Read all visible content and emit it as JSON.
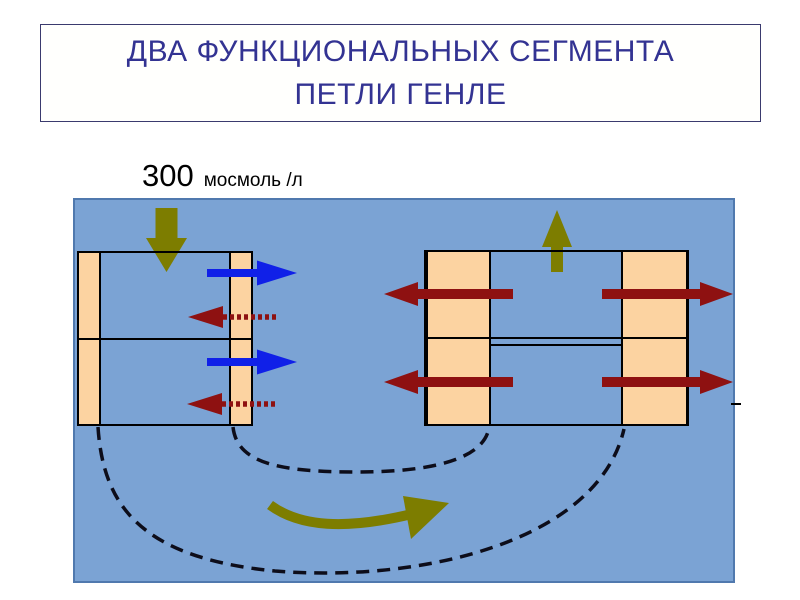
{
  "title": {
    "line1": "ДВА ФУНКЦИОНАЛЬНЫХ СЕГМЕНТА",
    "line2": "ПЕТЛИ ГЕНЛЕ"
  },
  "osmolarity_label": {
    "value": "300",
    "unit": "мосмоль /л"
  },
  "colors": {
    "title_text": "#333392",
    "title_border": "#3A3A6E",
    "label_text": "#000000",
    "panel_fill": "#7BA3D4",
    "panel_border": "#5079AE",
    "cell_fill": "#FCD3A1",
    "cell_border": "#000000",
    "olive_arrow": "#7D7D00",
    "blue_arrow": "#1020E8",
    "red_arrow": "#8E1111",
    "dashed_loop": "#0D0D1A"
  }
}
